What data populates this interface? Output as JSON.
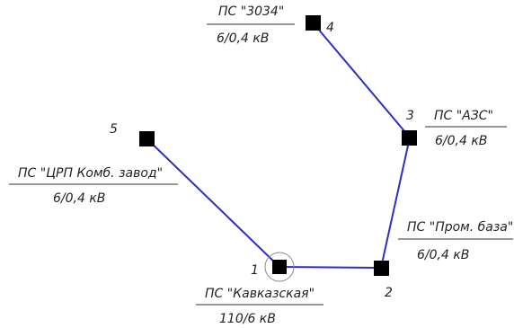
{
  "nodes": [
    {
      "id": "1",
      "number": "1",
      "name": "ПС \"Кавказская\"",
      "voltage": "110/6 кВ",
      "highlighted": true
    },
    {
      "id": "2",
      "number": "2",
      "name": "ПС \"Пром. база\"",
      "voltage": "6/0,4 кВ"
    },
    {
      "id": "3",
      "number": "3",
      "name": "ПС \"АЗС\"",
      "voltage": "6/0,4 кВ"
    },
    {
      "id": "4",
      "number": "4",
      "name": "ПС \"3034\"",
      "voltage": "6/0,4 кВ"
    },
    {
      "id": "5",
      "number": "5",
      "name": "ПС \"ЦРП Комб. завод\"",
      "voltage": "6/0,4 кВ"
    }
  ],
  "edges": [
    {
      "from": "1",
      "to": "2"
    },
    {
      "from": "2",
      "to": "3"
    },
    {
      "from": "3",
      "to": "4"
    },
    {
      "from": "1",
      "to": "5"
    }
  ],
  "colors": {
    "line": "#2d2fbf",
    "node": "#000000",
    "text": "#222222"
  }
}
